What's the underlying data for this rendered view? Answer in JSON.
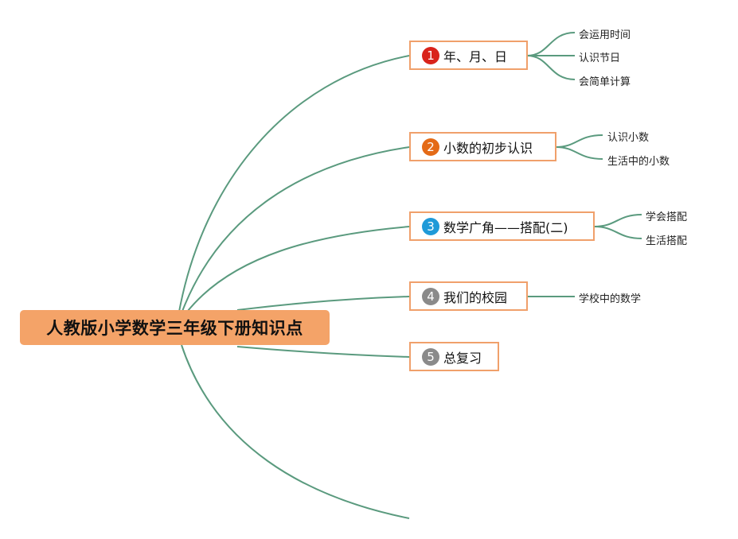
{
  "root": {
    "label": "人教版小学数学三年级下册知识点"
  },
  "colors": {
    "root_fill": "#f4a368",
    "topic_border": "#f0a06b",
    "line": "#5a9a7e"
  },
  "topics": [
    {
      "num": "1",
      "label": "年、月、日",
      "badge_color": "#d9231b",
      "children": [
        "会运用时间",
        "认识节日",
        "会简单计算"
      ]
    },
    {
      "num": "2",
      "label": "小数的初步认识",
      "badge_color": "#e46a16",
      "children": [
        "认识小数",
        "生活中的小数"
      ]
    },
    {
      "num": "3",
      "label": "数学广角——搭配(二)",
      "badge_color": "#1f9ad8",
      "children": [
        "学会搭配",
        "生活搭配"
      ]
    },
    {
      "num": "4",
      "label": "我们的校园",
      "badge_color": "#8a8a8a",
      "children": [
        "学校中的数学"
      ]
    },
    {
      "num": "5",
      "label": "总复习",
      "badge_color": "#8a8a8a",
      "children": []
    }
  ]
}
